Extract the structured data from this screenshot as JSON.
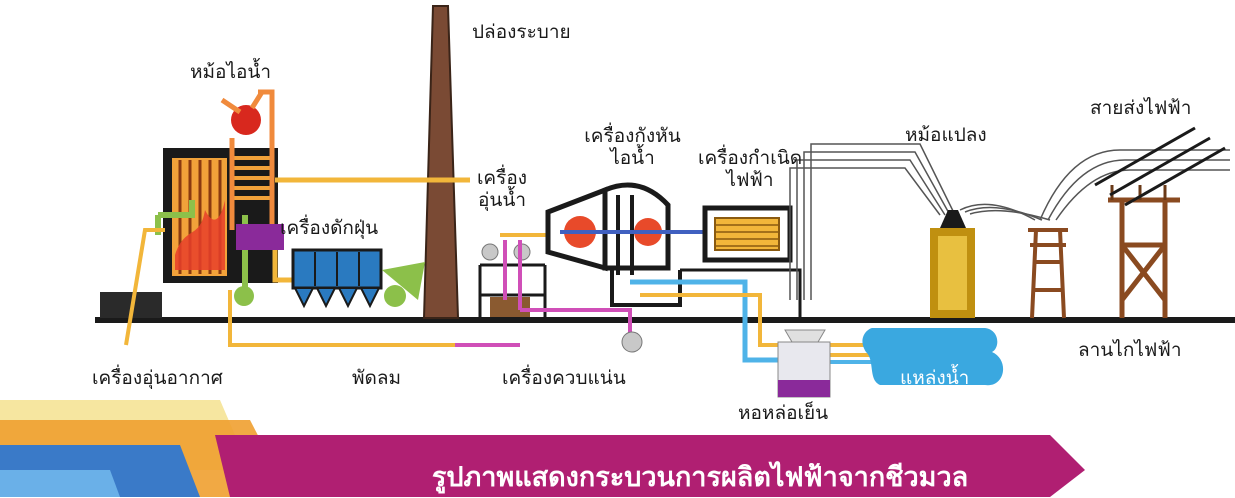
{
  "labels": {
    "chimney": "ปล่องระบาย",
    "boiler": "หม้อไอน้ำ",
    "preheater": "เครื่อง\nอุ่นน้ำ",
    "dust_collector": "เครื่องดักฝุ่น",
    "turbine": "เครื่องกังหัน\nไอน้ำ",
    "generator": "เครื่องกำเนิด\nไฟฟ้า",
    "transformer": "หม้อแปลง",
    "transmission_line": "สายส่งไฟฟ้า",
    "air_heater": "เครื่องอุ่นอากาศ",
    "fan": "พัดลม",
    "condenser": "เครื่องควบแน่น",
    "cooling_tower": "หอหล่อเย็น",
    "water_source": "แหล่งน้ำ",
    "switchyard": "ลานไกไฟฟ้า"
  },
  "banner": {
    "title": "รูปภาพแสดงกระบวนการผลิตไฟฟ้าจากชีวมวล"
  },
  "colors": {
    "steam_pipe": "#f2b63a",
    "air_pipe": "#b8c400",
    "hot_pipe": "#f08a3c",
    "condensate_pipe": "#c04fb8",
    "cool_pipe": "#4fb3e8",
    "dark_outline": "#1a1a1a",
    "banner_magenta": "#b01f72",
    "banner_orange": "#f0a030",
    "water": "#3aa8e0"
  }
}
